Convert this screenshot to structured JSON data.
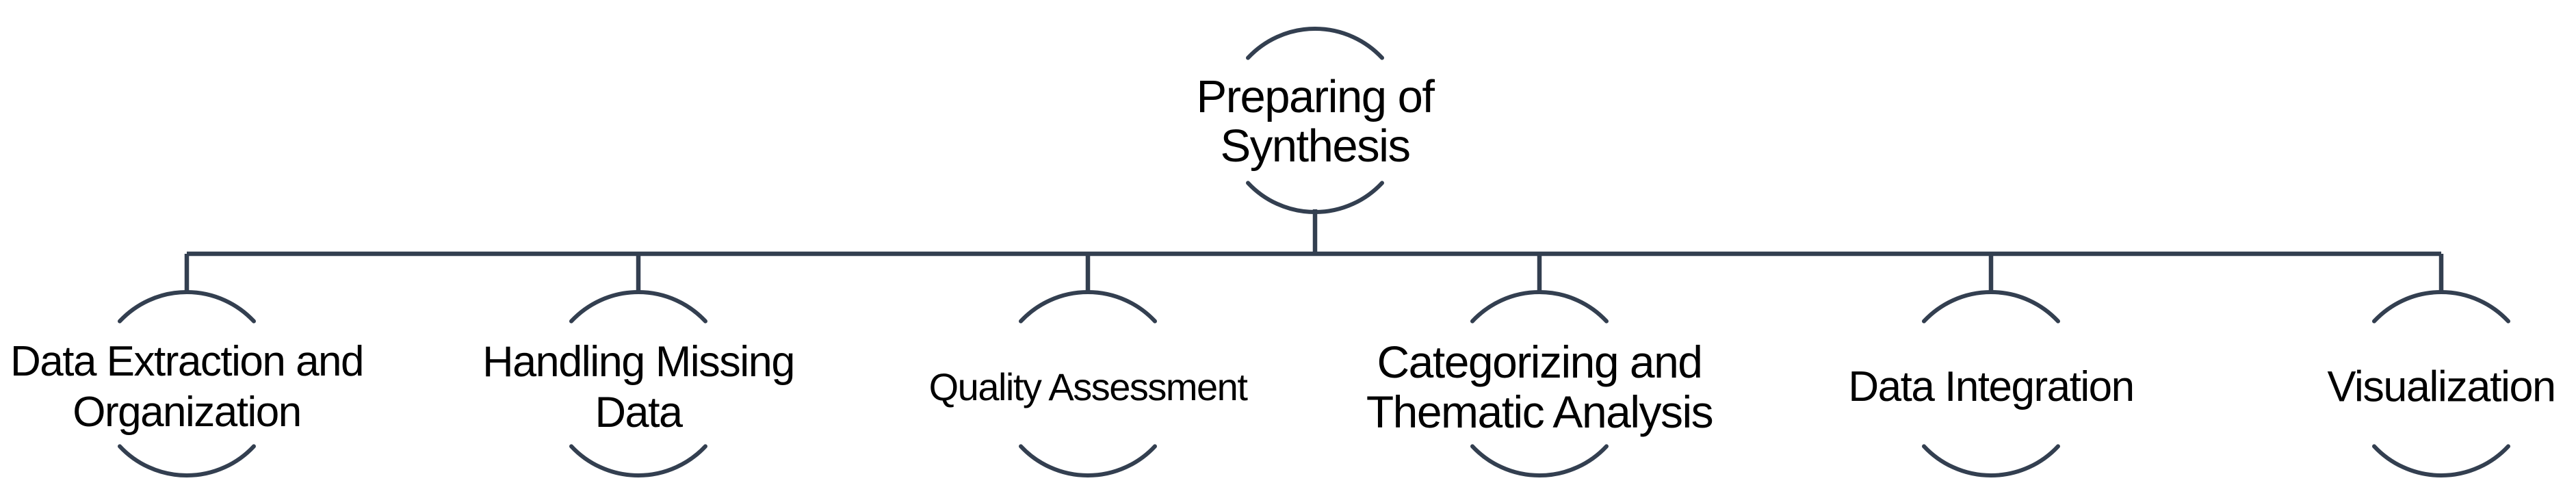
{
  "diagram": {
    "type": "hierarchy-tree",
    "background_color": "#FFFFFF",
    "stroke_color": "#333F50",
    "text_color": "#000000",
    "root": {
      "label": "Preparing of\nSynthesis"
    },
    "children": [
      {
        "label": "Data Extraction and\nOrganization"
      },
      {
        "label": "Handling Missing\nData"
      },
      {
        "label": "Quality Assessment"
      },
      {
        "label": "Categorizing and\nThematic Analysis"
      },
      {
        "label": "Data Integration"
      },
      {
        "label": "Visualization"
      }
    ]
  }
}
